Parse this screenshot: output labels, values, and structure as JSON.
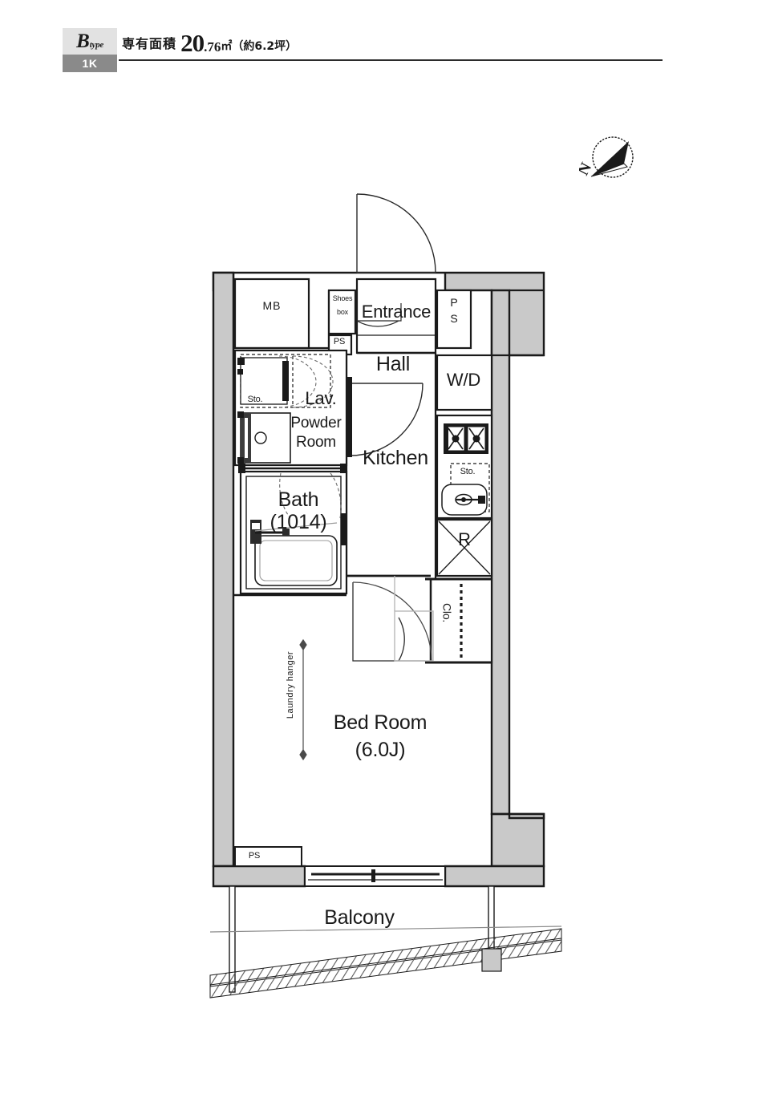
{
  "header": {
    "type_letter": "B",
    "type_word": "type",
    "plan_code": "1K",
    "area_label": "専有面積",
    "area_int": "20",
    "area_dec": ".76",
    "area_unit": "㎡",
    "area_tsubo": "（約6.2坪）"
  },
  "compass": {
    "north_letter": "N"
  },
  "rooms": {
    "mb": "MB",
    "shoes_box_line1": "Shoes",
    "shoes_box_line2": "box",
    "entrance": "Entrance",
    "ps_top_left": "PS",
    "ps_right_l1": "P",
    "ps_right_l2": "S",
    "hall": "Hall",
    "wd": "W/D",
    "lav": "Lav.",
    "powder_l1": "Powder",
    "powder_l2": "Room",
    "sto_lav": "Sto.",
    "sto_kitchen": "Sto.",
    "kitchen": "Kitchen",
    "bath": "Bath",
    "bath_size": "(1014)",
    "fridge": "R",
    "closet": "Clo.",
    "laundry_hanger": "Laundry hanger",
    "bedroom": "Bed Room",
    "bedroom_size": "(6.0J)",
    "ps_bottom": "PS",
    "balcony": "Balcony"
  },
  "colors": {
    "wall_fill": "#c9c9c9",
    "wall_stroke": "#1a1a1a",
    "badge_bg": "#e2e2e2",
    "code_bg": "#8a8a8a",
    "ink": "#1a1a1a"
  }
}
